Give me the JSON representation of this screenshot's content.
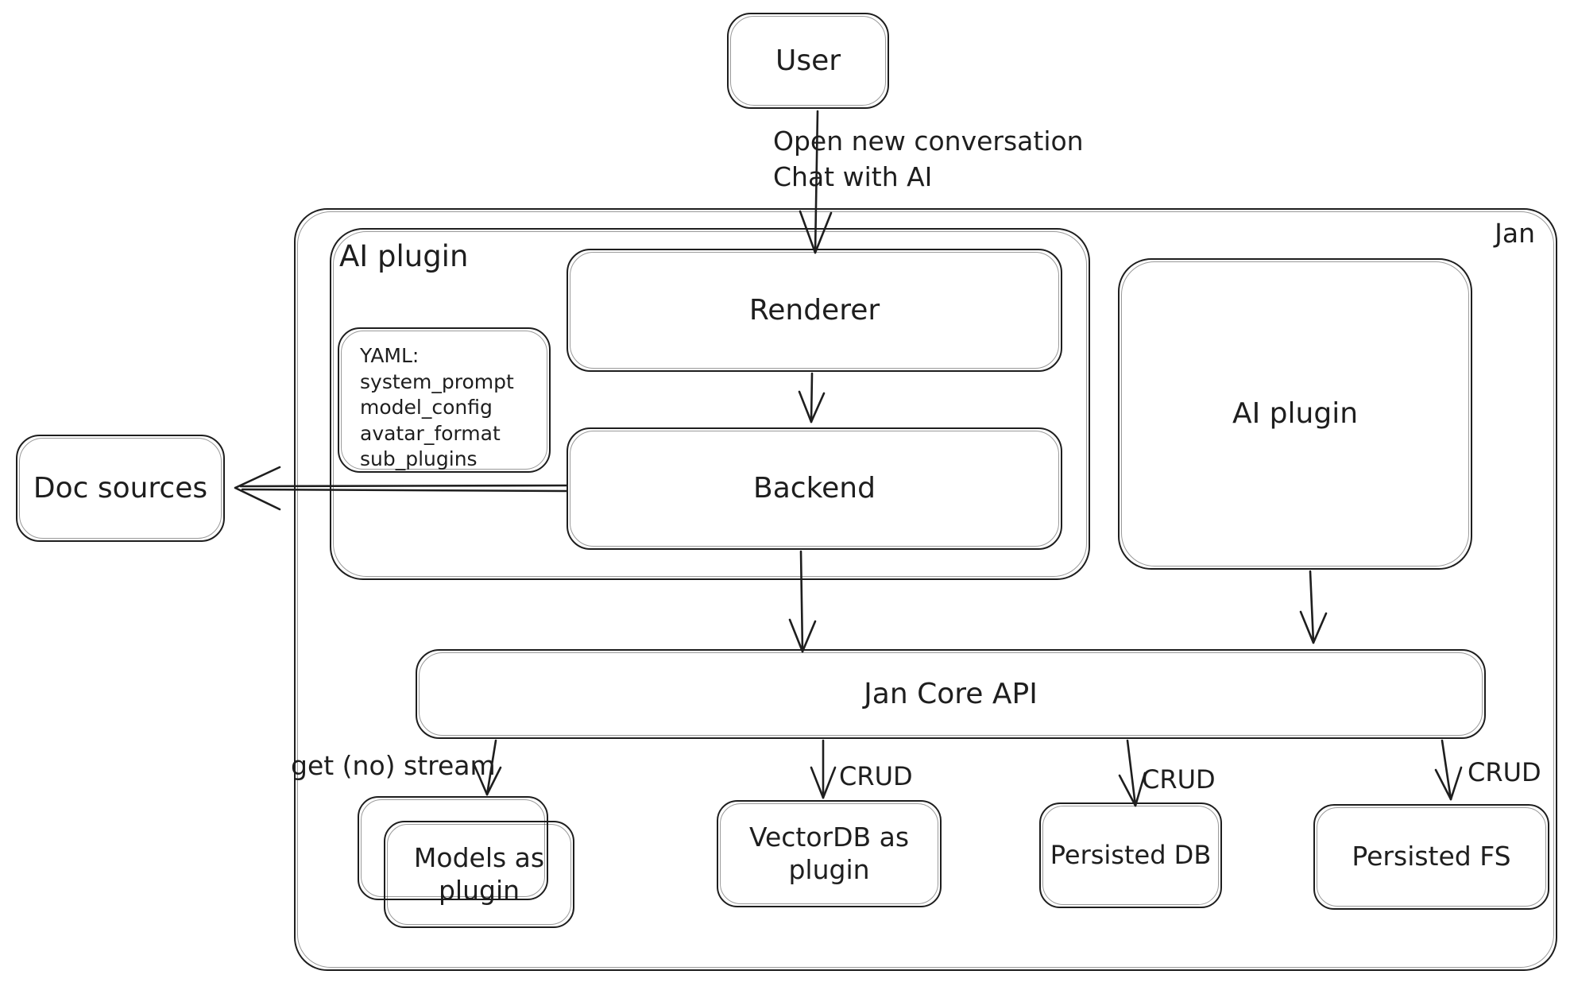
{
  "colors": {
    "stroke": "#1e1e1e",
    "background": "#ffffff"
  },
  "nodes": {
    "user": {
      "label": "User"
    },
    "jan_container": {
      "label": "Jan"
    },
    "ai_plugin_container": {
      "label": "AI plugin"
    },
    "renderer": {
      "label": "Renderer"
    },
    "yaml_note": {
      "lines": [
        "YAML:",
        "system_prompt",
        "model_config",
        "avatar_format",
        "sub_plugins"
      ]
    },
    "backend": {
      "label": "Backend"
    },
    "ai_plugin_right": {
      "label": "AI plugin"
    },
    "doc_sources": {
      "label": "Doc sources"
    },
    "jan_core_api": {
      "label": "Jan Core API"
    },
    "models_as_plugin": {
      "label": "Models as plugin"
    },
    "vectordb_as_plugin": {
      "label": "VectorDB as plugin"
    },
    "persisted_db": {
      "label": "Persisted DB"
    },
    "persisted_fs": {
      "label": "Persisted FS"
    }
  },
  "edge_labels": {
    "user_to_renderer": [
      "Open new conversation",
      "Chat with AI"
    ],
    "get_no_stream": "get (no) stream",
    "crud_vectordb": "CRUD",
    "crud_persisted_db": "CRUD",
    "crud_persisted_fs": "CRUD"
  }
}
